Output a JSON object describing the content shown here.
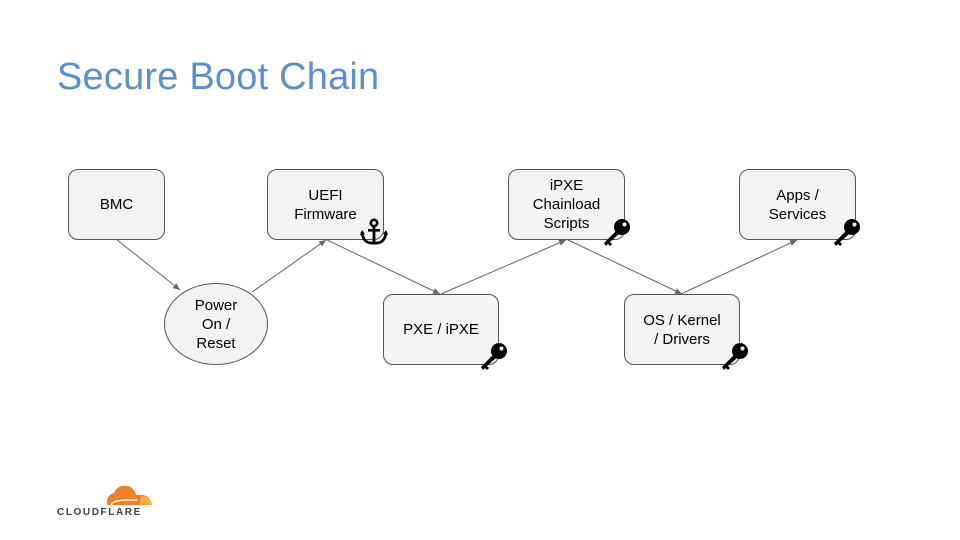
{
  "slide": {
    "title": "Secure Boot Chain"
  },
  "nodes": {
    "bmc": {
      "label": "BMC"
    },
    "power": {
      "label": "Power\nOn /\nReset"
    },
    "uefi": {
      "label": "UEFI\nFirmware",
      "badge": "anchor-icon"
    },
    "pxe": {
      "label": "PXE / iPXE",
      "badge": "key-icon"
    },
    "ipxe_scripts": {
      "label": "iPXE\nChainload\nScripts",
      "badge": "key-icon"
    },
    "os": {
      "label": "OS / Kernel\n/ Drivers",
      "badge": "key-icon"
    },
    "apps": {
      "label": "Apps /\nServices",
      "badge": "key-icon"
    }
  },
  "edges": [
    {
      "from": "BMC",
      "to": "Power On / Reset"
    },
    {
      "from": "Power On / Reset",
      "to": "UEFI Firmware"
    },
    {
      "from": "UEFI Firmware",
      "to": "PXE / iPXE"
    },
    {
      "from": "PXE / iPXE",
      "to": "iPXE Chainload Scripts"
    },
    {
      "from": "iPXE Chainload Scripts",
      "to": "OS / Kernel / Drivers"
    },
    {
      "from": "OS / Kernel / Drivers",
      "to": "Apps / Services"
    }
  ],
  "brand": {
    "name": "CLOUDFLARE",
    "accent": "#f38020",
    "accent_light": "#fbad41"
  },
  "colors": {
    "title": "#5b8fd0",
    "node_fill": "#f3f3f3",
    "node_border": "#555555",
    "edge": "#666666"
  }
}
